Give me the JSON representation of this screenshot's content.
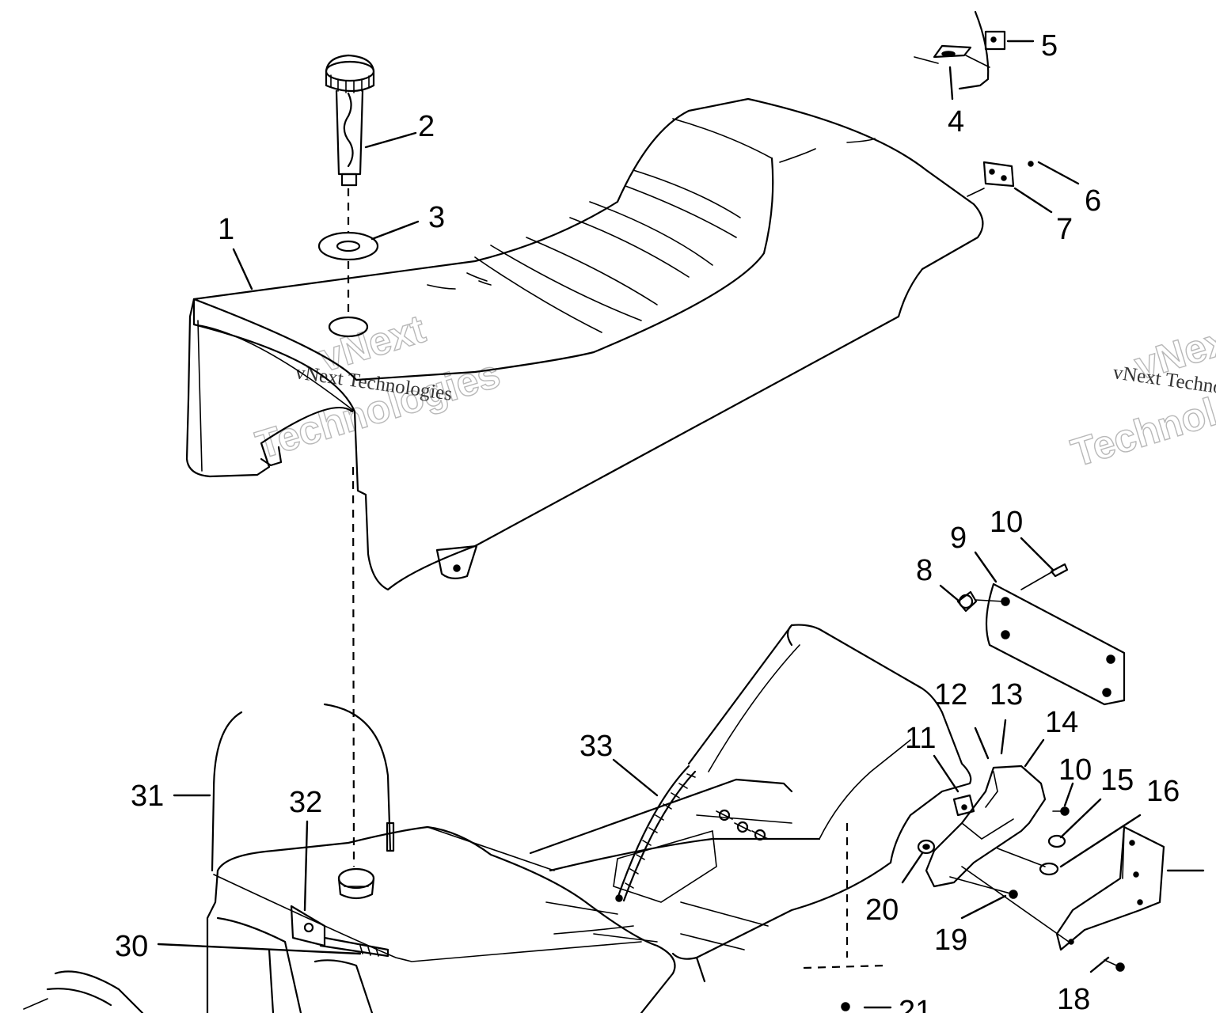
{
  "watermark": {
    "serif_text": "vNext Technologies",
    "outline_line1": "vNext",
    "outline_line2": "Technologies"
  },
  "callouts": [
    {
      "id": "c1",
      "label": "1"
    },
    {
      "id": "c2",
      "label": "2"
    },
    {
      "id": "c3",
      "label": "3"
    },
    {
      "id": "c4",
      "label": "4"
    },
    {
      "id": "c5",
      "label": "5"
    },
    {
      "id": "c6",
      "label": "6"
    },
    {
      "id": "c7",
      "label": "7"
    },
    {
      "id": "c8",
      "label": "8"
    },
    {
      "id": "c9",
      "label": "9"
    },
    {
      "id": "c10a",
      "label": "10"
    },
    {
      "id": "c10b",
      "label": "10"
    },
    {
      "id": "c11",
      "label": "11"
    },
    {
      "id": "c12",
      "label": "12"
    },
    {
      "id": "c13",
      "label": "13"
    },
    {
      "id": "c14",
      "label": "14"
    },
    {
      "id": "c15",
      "label": "15"
    },
    {
      "id": "c16",
      "label": "16"
    },
    {
      "id": "c18",
      "label": "18"
    },
    {
      "id": "c19",
      "label": "19"
    },
    {
      "id": "c20",
      "label": "20"
    },
    {
      "id": "c21",
      "label": "21"
    },
    {
      "id": "c30",
      "label": "30"
    },
    {
      "id": "c31",
      "label": "31"
    },
    {
      "id": "c32",
      "label": "32"
    },
    {
      "id": "c33",
      "label": "33"
    }
  ]
}
